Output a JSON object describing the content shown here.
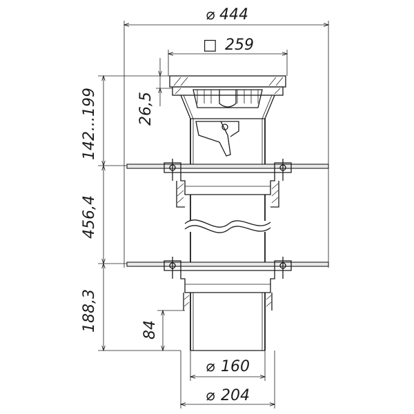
{
  "drawing": {
    "dimensions": {
      "top_diameter": "444",
      "grate_square": "259",
      "grate_height": "26,5",
      "upper_height": "142...199",
      "middle_height": "456,4",
      "lower_height": "188,3",
      "spigot_length": "84",
      "inner_diameter": "160",
      "outer_diameter": "204"
    },
    "symbols": {
      "diameter": "⌀",
      "square": "□"
    }
  }
}
